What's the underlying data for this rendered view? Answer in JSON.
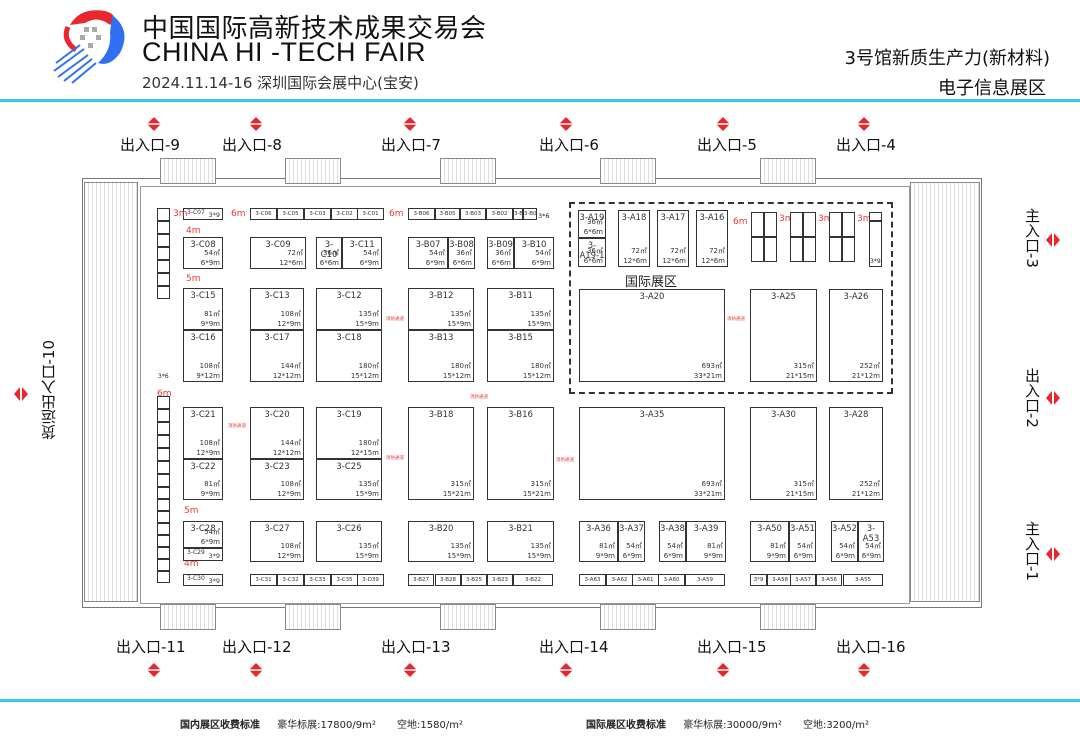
{
  "header": {
    "title_cn": "中国国际高新技术成果交易会",
    "title_en": "CHINA HI -TECH FAIR",
    "date_venue": "2024.11.14-16 深圳国际会展中心(宝安)",
    "hall_line1": "3号馆新质生产力(新材料)",
    "hall_line2": "电子信息展区",
    "logo_icon": "china-hi-tech-fair-logo",
    "colors": {
      "accent": "#36c9ea",
      "logo_red": "#e8262b",
      "logo_blue": "#2f6ff0",
      "entry_red": "#e8262b"
    }
  },
  "entrances": {
    "top": [
      "出入口-9",
      "出入口-8",
      "出入口-7",
      "出入口-6",
      "出入口-5",
      "出入口-4"
    ],
    "bottom": [
      "出入口-11",
      "出入口-12",
      "出入口-13",
      "出入口-14",
      "出入口-15",
      "出入口-16"
    ],
    "right": [
      "主入口-3",
      "出入口-2",
      "主入口-1"
    ],
    "left": "货运出入口-10"
  },
  "zones": {
    "international": "国际展区"
  },
  "gaps": {
    "g3m": "3m",
    "g4m": "4m",
    "g5m": "5m",
    "g6m": "6m"
  },
  "fire_lane": "消防通道",
  "booths": {
    "C07": {
      "id": "3-C07",
      "dim": "3*9"
    },
    "row_top_c": [
      "3-C06",
      "3-C05",
      "3-C03",
      "3-C02",
      "3-C01"
    ],
    "row_top_b": [
      "3-B06",
      "3-B05",
      "3-B03",
      "3-B02",
      "3-B1",
      "3-B01"
    ],
    "row_top_b_dim": "3*6",
    "C08": {
      "id": "3-C08",
      "area": "54㎡",
      "dim": "6*9m"
    },
    "C09": {
      "id": "3-C09",
      "area": "72㎡",
      "dim": "12*6m"
    },
    "C10": {
      "id": "3-C10",
      "area": "36㎡",
      "dim": "6*6m"
    },
    "C11": {
      "id": "3-C11",
      "area": "54㎡",
      "dim": "6*9m"
    },
    "B07": {
      "id": "3-B07",
      "area": "54㎡",
      "dim": "6*9m"
    },
    "B08": {
      "id": "3-B08",
      "area": "36㎡",
      "dim": "6*6m"
    },
    "B09": {
      "id": "3-B09",
      "area": "36㎡",
      "dim": "6*6m"
    },
    "B10": {
      "id": "3-B10",
      "area": "54㎡",
      "dim": "6*9m"
    },
    "A19": {
      "id": "3-A19",
      "area": "36㎡",
      "dim": "6*6m"
    },
    "A19_1": {
      "id": "3-A19-1",
      "area": "36㎡",
      "dim": "6*6m"
    },
    "A18": {
      "id": "3-A18",
      "area": "72㎡",
      "dim": "12*6m"
    },
    "A17": {
      "id": "3-A17",
      "area": "72㎡",
      "dim": "12*6m"
    },
    "A16": {
      "id": "3-A16",
      "area": "72㎡",
      "dim": "12*6m"
    },
    "mini_a_dim": "3*9",
    "C15": {
      "id": "3-C15",
      "area": "81㎡",
      "dim": "9*9m"
    },
    "C16": {
      "id": "3-C16",
      "area": "108㎡",
      "dim": "9*12m"
    },
    "C13": {
      "id": "3-C13",
      "area": "108㎡",
      "dim": "12*9m"
    },
    "C17": {
      "id": "3-C17",
      "area": "144㎡",
      "dim": "12*12m"
    },
    "C12": {
      "id": "3-C12",
      "area": "135㎡",
      "dim": "15*9m"
    },
    "C18": {
      "id": "3-C18",
      "area": "180㎡",
      "dim": "15*12m"
    },
    "B12": {
      "id": "3-B12",
      "area": "135㎡",
      "dim": "15*9m"
    },
    "B13": {
      "id": "3-B13",
      "area": "180㎡",
      "dim": "15*12m"
    },
    "B11": {
      "id": "3-B11",
      "area": "135㎡",
      "dim": "15*9m"
    },
    "B15": {
      "id": "3-B15",
      "area": "180㎡",
      "dim": "15*12m"
    },
    "A20": {
      "id": "3-A20",
      "area": "693㎡",
      "dim": "33*21m"
    },
    "A25": {
      "id": "3-A25",
      "area": "315㎡",
      "dim": "21*15m"
    },
    "A26": {
      "id": "3-A26",
      "area": "252㎡",
      "dim": "21*12m"
    },
    "C21": {
      "id": "3-C21",
      "area": "108㎡",
      "dim": "12*9m"
    },
    "C22": {
      "id": "3-C22",
      "area": "81㎡",
      "dim": "9*9m"
    },
    "C20": {
      "id": "3-C20",
      "area": "144㎡",
      "dim": "12*12m"
    },
    "C23": {
      "id": "3-C23",
      "area": "108㎡",
      "dim": "12*9m"
    },
    "C19": {
      "id": "3-C19",
      "area": "180㎡",
      "dim": "12*15m"
    },
    "C25": {
      "id": "3-C25",
      "area": "135㎡",
      "dim": "15*9m"
    },
    "B18": {
      "id": "3-B18",
      "area": "315㎡",
      "dim": "15*21m"
    },
    "B16": {
      "id": "3-B16",
      "area": "315㎡",
      "dim": "15*21m"
    },
    "A35": {
      "id": "3-A35",
      "area": "693㎡",
      "dim": "33*21m"
    },
    "A30": {
      "id": "3-A30",
      "area": "315㎡",
      "dim": "21*15m"
    },
    "A28": {
      "id": "3-A28",
      "area": "252㎡",
      "dim": "21*12m"
    },
    "C28": {
      "id": "3-C28",
      "area": "54㎡",
      "dim": "6*9m"
    },
    "C29": {
      "id": "3-C29",
      "dim": "3*9"
    },
    "C27": {
      "id": "3-C27",
      "area": "108㎡",
      "dim": "12*9m"
    },
    "C26": {
      "id": "3-C26",
      "area": "135㎡",
      "dim": "15*9m"
    },
    "B20": {
      "id": "3-B20",
      "area": "135㎡",
      "dim": "15*9m"
    },
    "B21": {
      "id": "3-B21",
      "area": "135㎡",
      "dim": "15*9m"
    },
    "A36": {
      "id": "3-A36",
      "area": "81㎡",
      "dim": "9*9m"
    },
    "A37": {
      "id": "3-A37",
      "area": "54㎡",
      "dim": "6*9m"
    },
    "A38": {
      "id": "3-A38",
      "area": "54㎡",
      "dim": "6*9m"
    },
    "A39": {
      "id": "3-A39",
      "area": "81㎡",
      "dim": "9*9m"
    },
    "A50": {
      "id": "3-A50",
      "area": "81㎡",
      "dim": "9*9m"
    },
    "A51": {
      "id": "3-A51",
      "area": "54㎡",
      "dim": "6*9m"
    },
    "A52": {
      "id": "3-A52",
      "area": "54㎡",
      "dim": "6*9m"
    },
    "A53": {
      "id": "3-A53",
      "area": "54㎡",
      "dim": "6*9m"
    },
    "C30": {
      "id": "3-C30",
      "dim": "3*9"
    },
    "row_bot_c": [
      "3-C31",
      "3-C32",
      "3-C33",
      "3-C35",
      "3-D39"
    ],
    "row_bot_b": [
      "3-B27",
      "3-B28",
      "3-B25",
      "3-B23",
      "3-B22"
    ],
    "row_bot_a1": [
      "3-A63",
      "3-A62",
      "3-A61",
      "3-A60",
      "3-A59"
    ],
    "row_bot_a2": [
      "3-A58",
      "3-A57",
      "3-A56",
      "3-A55"
    ],
    "row_bot_dim": "3*9",
    "left_column_dim": "3*6"
  },
  "footer": {
    "domestic_label": "国内展区收费标准",
    "domestic_std": "豪华标展:17800/9m²",
    "domestic_raw": "空地:1580/m²",
    "intl_label": "国际展区收费标准",
    "intl_std": "豪华标展:30000/9m²",
    "intl_raw": "空地:3200/m²"
  }
}
